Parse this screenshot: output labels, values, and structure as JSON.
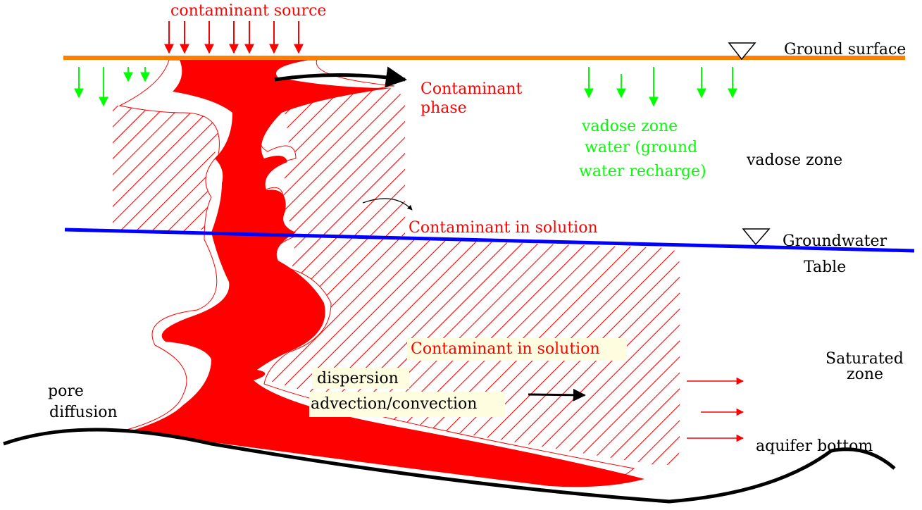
{
  "labels": {
    "contaminant_source": "contaminant source",
    "ground_surface": "Ground surface",
    "contaminant_phase_line1": "Contaminant",
    "contaminant_phase_line2": "phase",
    "vadose_water_line1": "vadose zone",
    "vadose_water_line2": "water (ground",
    "vadose_water_line3": "water recharge)",
    "vadose_zone": "vadose zone",
    "contaminant_in_solution_upper": "Contaminant in solution",
    "groundwater_line1": "Groundwater",
    "groundwater_line2": "Table",
    "contaminant_in_solution_lower": "Contaminant in solution",
    "saturated_line1": "Saturated",
    "saturated_line2": "zone",
    "dispersion": "dispersion",
    "advection": "advection/convection",
    "pore_line1": "pore",
    "pore_line2": "diffusion",
    "aquifer_bottom": "aquifer bottom"
  },
  "colors": {
    "contaminant": "#ff0000",
    "ground_surface": "#ff8000",
    "groundwater_table": "#0000ff",
    "recharge": "#00ff00",
    "aquifer_bottom": "#000000",
    "label_box": "#fffde0"
  },
  "icons": {
    "water_table_marker": "inverted-triangle-icon"
  }
}
